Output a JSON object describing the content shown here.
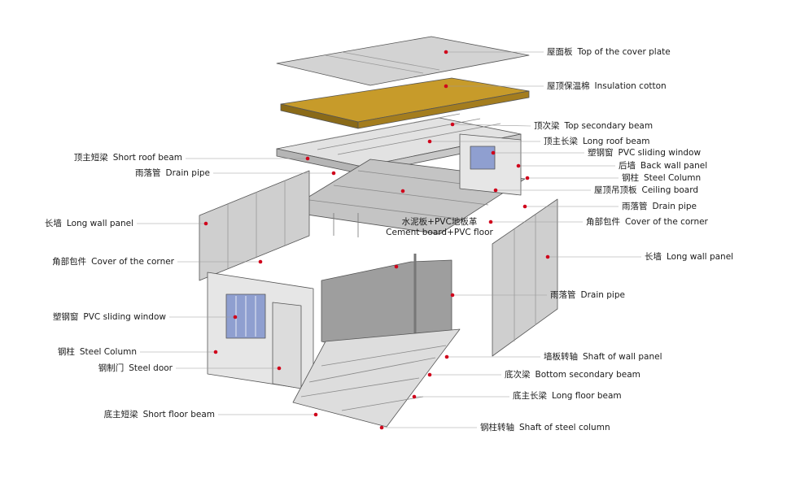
{
  "colors": {
    "roof_plate": "#d3d3d3",
    "insulation": "#c79b2a",
    "frame": "#bdbdbd",
    "panel": "#cfcfcf",
    "floor": "#9e9e9e",
    "window_glass": "#8f9fd0",
    "dot": "#d0021b",
    "leader": "#9a9a9a"
  },
  "labels": [
    {
      "id": "top-cover-plate",
      "zh": "屋面板",
      "en": "Top of the cover plate"
    },
    {
      "id": "insulation-cotton",
      "zh": "屋顶保温棉",
      "en": "Insulation cotton"
    },
    {
      "id": "top-secondary-beam",
      "zh": "顶次梁",
      "en": "Top secondary beam"
    },
    {
      "id": "long-roof-beam",
      "zh": "顶主长梁",
      "en": "Long roof beam"
    },
    {
      "id": "pvc-sliding-window-right",
      "zh": "塑钢窗",
      "en": "PVC sliding window"
    },
    {
      "id": "back-wall-panel",
      "zh": "后墙",
      "en": "Back wall panel"
    },
    {
      "id": "steel-column-right",
      "zh": "钢柱",
      "en": "Steel Column"
    },
    {
      "id": "ceiling-board",
      "zh": "屋顶吊顶板",
      "en": "Ceiling board"
    },
    {
      "id": "drain-pipe-right-top",
      "zh": "雨落管",
      "en": "Drain pipe"
    },
    {
      "id": "cover-corner-right",
      "zh": "角部包件",
      "en": "Cover of the corner"
    },
    {
      "id": "long-wall-panel-right",
      "zh": "长墙",
      "en": "Long wall panel"
    },
    {
      "id": "drain-pipe-right-mid",
      "zh": "雨落管",
      "en": "Drain pipe"
    },
    {
      "id": "shaft-wall-panel",
      "zh": "墙板转轴",
      "en": "Shaft of wall panel"
    },
    {
      "id": "bottom-secondary-beam",
      "zh": "底次梁",
      "en": "Bottom secondary beam"
    },
    {
      "id": "long-floor-beam",
      "zh": "底主长梁",
      "en": "Long floor beam"
    },
    {
      "id": "shaft-steel-column",
      "zh": "钢柱转轴",
      "en": "Shaft of steel column"
    },
    {
      "id": "short-roof-beam",
      "zh": "顶主短梁",
      "en": "Short roof beam"
    },
    {
      "id": "drain-pipe-left",
      "zh": "雨落管",
      "en": "Drain pipe"
    },
    {
      "id": "long-wall-panel-left",
      "zh": "长墙",
      "en": "Long wall panel"
    },
    {
      "id": "cover-corner-left",
      "zh": "角部包件",
      "en": "Cover of the corner"
    },
    {
      "id": "pvc-sliding-window-left",
      "zh": "塑钢窗",
      "en": "PVC sliding window"
    },
    {
      "id": "steel-column-left",
      "zh": "钢柱",
      "en": "Steel Column"
    },
    {
      "id": "steel-door",
      "zh": "钢制门",
      "en": "Steel door"
    },
    {
      "id": "short-floor-beam",
      "zh": "底主短梁",
      "en": "Short floor beam"
    }
  ],
  "floor_label": {
    "line1": "水泥板+PVC地板革",
    "line2": "Cement board+PVC floor"
  }
}
